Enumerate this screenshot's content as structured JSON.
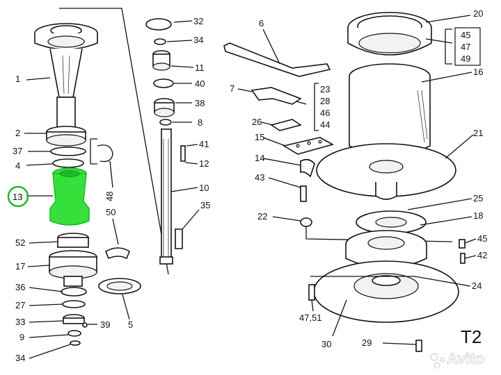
{
  "sheet_code": "T2",
  "watermark": "Avito",
  "highlight_color": "#35e03a",
  "highlight_outline": "#1db82a",
  "labels": {
    "l1": "1",
    "l2": "2",
    "l37": "37",
    "l4": "4",
    "l13": "13",
    "l48": "48",
    "l52": "52",
    "l17": "17",
    "l36": "36",
    "l27": "27",
    "l33": "33",
    "l9": "9",
    "l34a": "34",
    "l39": "39",
    "l50": "50",
    "l5": "5",
    "l32": "32",
    "l34b": "34",
    "l11": "11",
    "l40": "40",
    "l38": "38",
    "l8": "8",
    "l41": "41",
    "l12": "12",
    "l10": "10",
    "l35": "35",
    "l6": "6",
    "l7": "7",
    "l26": "26",
    "l15": "15",
    "l14": "14",
    "l43": "43",
    "l22": "22",
    "group1": [
      "23",
      "28",
      "46",
      "44"
    ],
    "l20": "20",
    "group2": [
      "45",
      "47",
      "49"
    ],
    "l16": "16",
    "l21": "21",
    "l25": "25",
    "l18": "18",
    "l45": "45",
    "l42": "42",
    "l24": "24",
    "l4751": "47,51",
    "l30": "30",
    "l29": "29"
  }
}
